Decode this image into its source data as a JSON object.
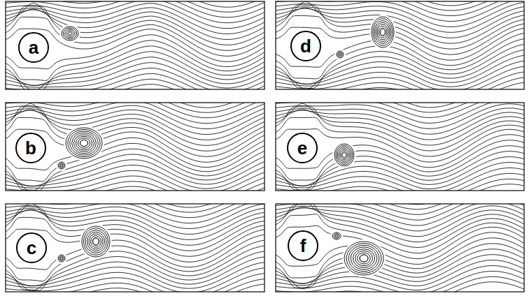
{
  "diagram": {
    "nodes": [
      {
        "text": [
          "a"
        ]
      },
      {
        "text": [
          "d"
        ]
      },
      {
        "text": [
          "b"
        ]
      },
      {
        "text": [
          "e"
        ]
      },
      {
        "text": [
          "c"
        ]
      },
      {
        "text": [
          "f"
        ]
      }
    ]
  }
}
